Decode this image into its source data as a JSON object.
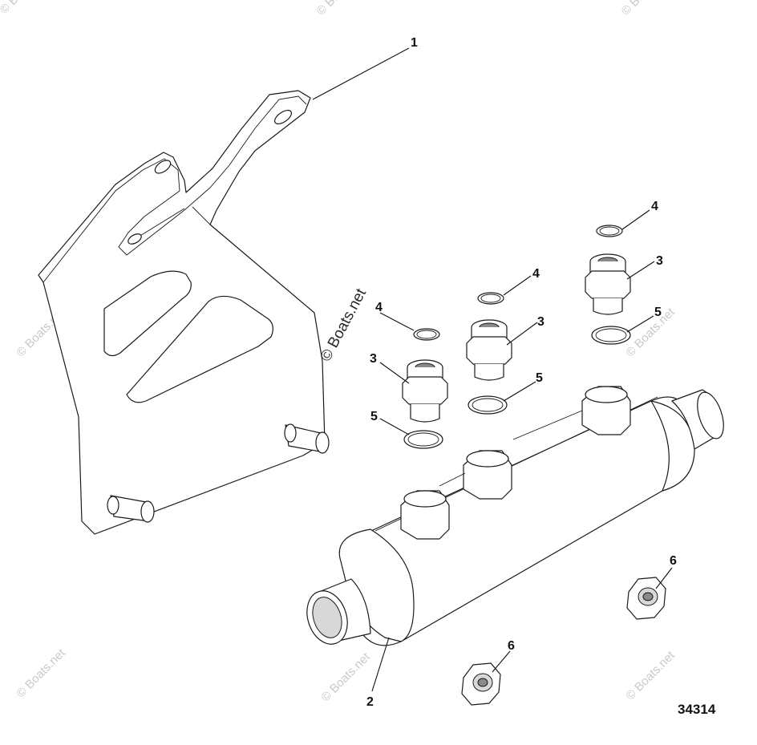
{
  "diagram": {
    "callouts": {
      "c1": "1",
      "c2": "2",
      "c3a": "3",
      "c3b": "3",
      "c3c": "3",
      "c4a": "4",
      "c4b": "4",
      "c4c": "4",
      "c5a": "5",
      "c5b": "5",
      "c5c": "5",
      "c6a": "6",
      "c6b": "6"
    },
    "reference_number": "34314",
    "watermark_main": "© Boats.net",
    "watermark_faint": "© Boats.net"
  }
}
